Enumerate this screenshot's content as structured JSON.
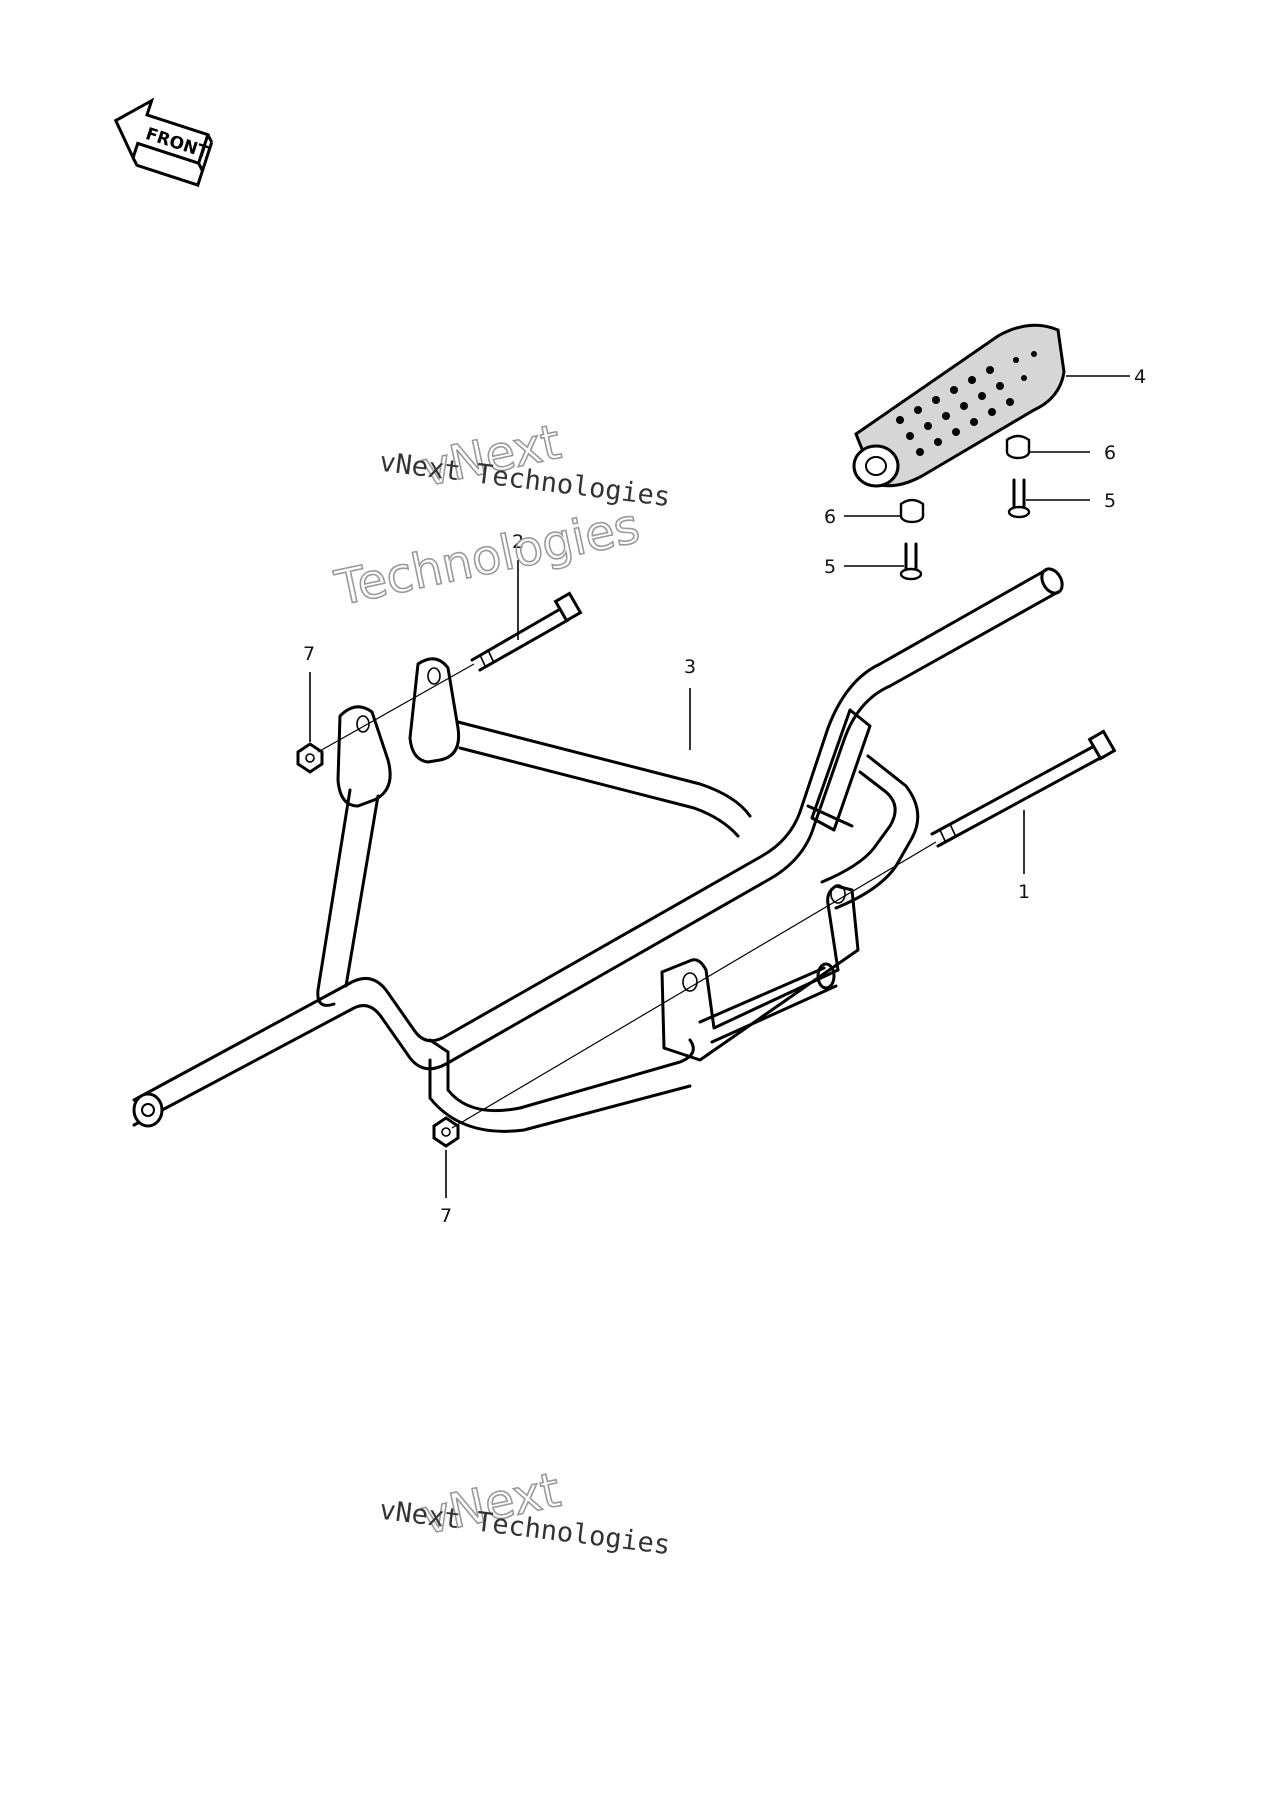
{
  "diagram": {
    "front_arrow_label": "FRONT",
    "callouts": {
      "c1": "1",
      "c2": "2",
      "c3": "3",
      "c4": "4",
      "c5a": "5",
      "c5b": "5",
      "c6a": "6",
      "c6b": "6",
      "c7a": "7",
      "c7b": "7"
    },
    "watermark": {
      "line_serif": "vNext Technologies",
      "outline_top": "vNext",
      "outline_bottom": "Technologies"
    }
  }
}
